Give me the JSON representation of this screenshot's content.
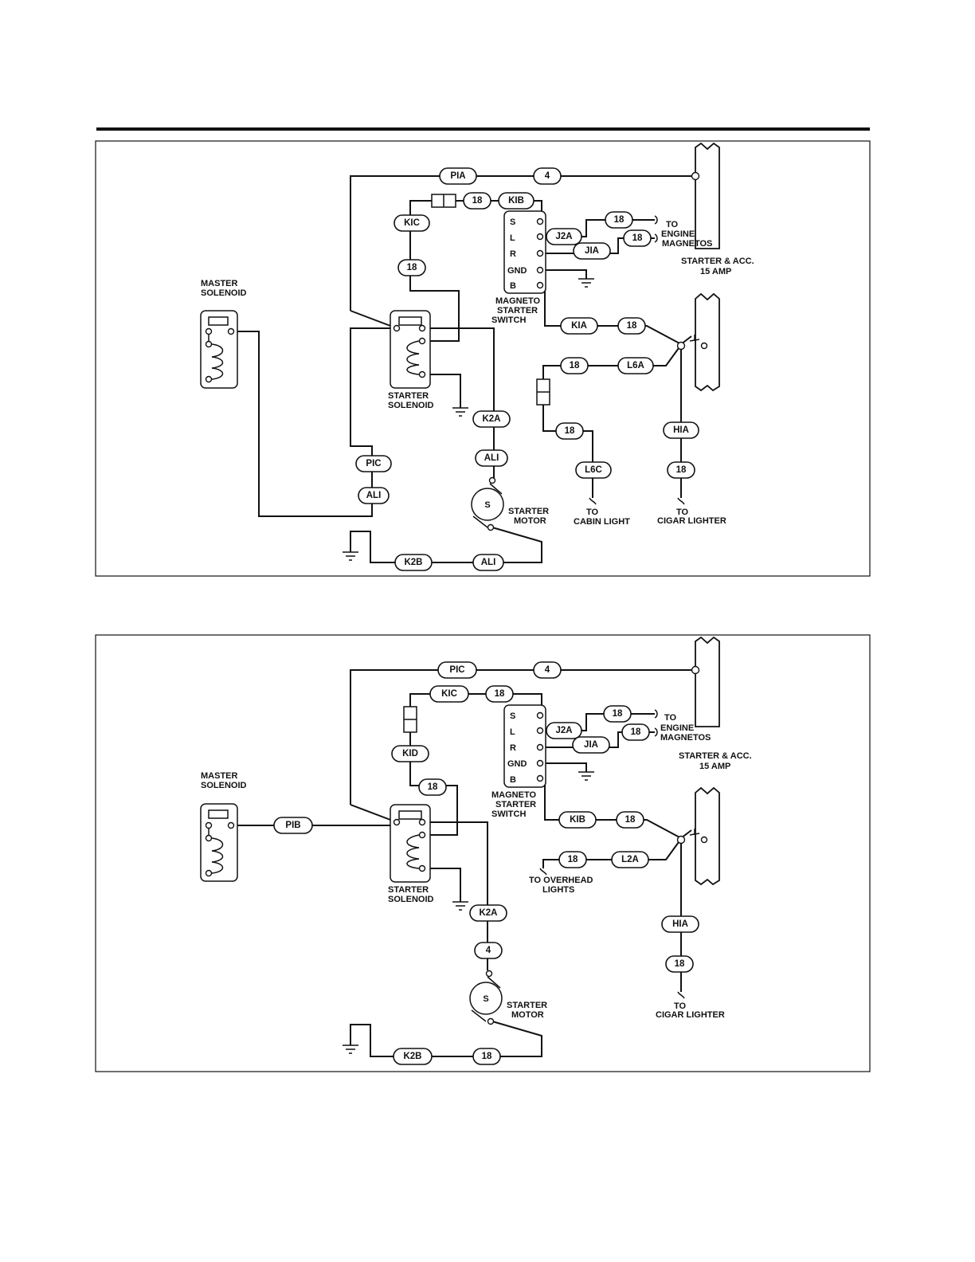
{
  "diagrams": [
    {
      "wires": {
        "main_feed": "PIA",
        "main_gauge": "4",
        "switch_feed_gauge": "18",
        "switch_feed": "KIB",
        "coil_lead": "KIC",
        "coil_gauge": "18",
        "left_mag": "J2A",
        "left_mag_gauge": "18",
        "right_mag": "JIA",
        "right_mag_gauge": "18",
        "b_lead": "KIA",
        "b_lead_gauge": "18",
        "light_feed": "L6A",
        "light_feed_gauge": "18",
        "light_out_gauge": "18",
        "light_out": "L6C",
        "lighter_feed": "HIA",
        "lighter_gauge": "18",
        "master_a": "PIC",
        "master_b": "ALI",
        "motor_feed": "K2A",
        "motor_gauge": "ALI",
        "ground_lead": "K2B",
        "ground_gauge": "ALI"
      },
      "labels": {
        "master_1": "MASTER",
        "master_2": "SOLENOID",
        "starter_sol_1": "STARTER",
        "starter_sol_2": "SOLENOID",
        "switch_1": "MAGNETO",
        "switch_2": "STARTER",
        "switch_3": "SWITCH",
        "to_1": "TO",
        "engine": "ENGINE",
        "magnetos": "MAGNETOS",
        "breaker_1": "STARTER & ACC.",
        "breaker_2": "15 AMP",
        "motor_1": "STARTER",
        "motor_2": "MOTOR",
        "motor_symbol": "S",
        "dest_light_1": "TO",
        "dest_light_2": "CABIN LIGHT",
        "dest_lighter_1": "TO",
        "dest_lighter_2": "CIGAR LIGHTER",
        "t_s": "S",
        "t_l": "L",
        "t_r": "R",
        "t_gnd": "GND",
        "t_b": "B"
      }
    },
    {
      "wires": {
        "main_feed": "PIC",
        "main_gauge": "4",
        "switch_feed": "KIC",
        "switch_feed_gauge": "18",
        "coil_lead": "KID",
        "coil_gauge": "18",
        "left_mag": "J2A",
        "left_mag_gauge": "18",
        "right_mag": "JIA",
        "right_mag_gauge": "18",
        "master_link": "PIB",
        "b_lead": "KIB",
        "b_lead_gauge": "18",
        "light_feed_gauge": "18",
        "light_feed": "L2A",
        "lighter_feed": "HIA",
        "lighter_gauge": "18",
        "motor_feed": "K2A",
        "motor_gauge": "4",
        "ground_lead": "K2B",
        "ground_gauge": "18"
      },
      "labels": {
        "master_1": "MASTER",
        "master_2": "SOLENOID",
        "starter_sol_1": "STARTER",
        "starter_sol_2": "SOLENOID",
        "switch_1": "MAGNETO",
        "switch_2": "STARTER",
        "switch_3": "SWITCH",
        "to_1": "TO",
        "engine": "ENGINE",
        "magnetos": "MAGNETOS",
        "breaker_1": "STARTER & ACC.",
        "breaker_2": "15 AMP",
        "motor_1": "STARTER",
        "motor_2": "MOTOR",
        "motor_symbol": "S",
        "dest_light_1": "TO OVERHEAD",
        "dest_light_2": "LIGHTS",
        "dest_lighter_1": "TO",
        "dest_lighter_2": "CIGAR LIGHTER",
        "t_s": "S",
        "t_l": "L",
        "t_r": "R",
        "t_gnd": "GND",
        "t_b": "B"
      }
    }
  ]
}
